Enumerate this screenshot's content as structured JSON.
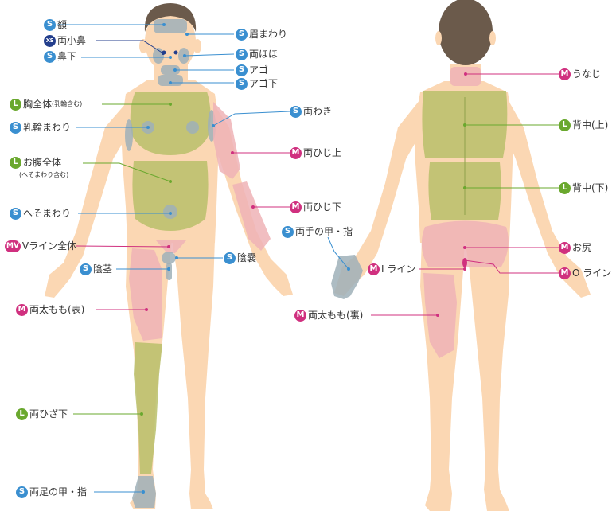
{
  "colors": {
    "skin": "#fbd7b3",
    "hair": "#6b5a4b",
    "size_s": "#3a8fd0",
    "size_m": "#d0307f",
    "size_l": "#6aa82e",
    "size_xs": "#233e8c",
    "zone_s": "#9fb0b8",
    "zone_m": "#efb3b6",
    "zone_l": "#b8bf6a"
  },
  "labels": [
    {
      "id": "forehead",
      "size": "S",
      "text": "額"
    },
    {
      "id": "nose-wing",
      "size": "XS",
      "text": "両小鼻"
    },
    {
      "id": "under-nose",
      "size": "S",
      "text": "鼻下"
    },
    {
      "id": "eyebrows",
      "size": "S",
      "text": "眉まわり"
    },
    {
      "id": "cheeks",
      "size": "S",
      "text": "両ほほ"
    },
    {
      "id": "chin",
      "size": "S",
      "text": "アゴ"
    },
    {
      "id": "under-chin",
      "size": "S",
      "text": "アゴ下"
    },
    {
      "id": "chest",
      "size": "L",
      "text": "胸全体",
      "sub": "(乳輪含む)"
    },
    {
      "id": "areola",
      "size": "S",
      "text": "乳輪まわり"
    },
    {
      "id": "belly",
      "size": "L",
      "text": "お腹全体"
    },
    {
      "id": "navel",
      "size": "S",
      "text": "へそまわり"
    },
    {
      "id": "v-line",
      "size": "M",
      "text": "Vライン全体"
    },
    {
      "id": "penis",
      "size": "S",
      "text": "陰茎"
    },
    {
      "id": "scrotum",
      "size": "S",
      "text": "陰嚢"
    },
    {
      "id": "armpits",
      "size": "S",
      "text": "両わき"
    },
    {
      "id": "upper-arms",
      "size": "M",
      "text": "両ひじ上"
    },
    {
      "id": "lower-arms",
      "size": "M",
      "text": "両ひじ下"
    },
    {
      "id": "thighs-front",
      "size": "M",
      "text": "両太もも(表)"
    },
    {
      "id": "below-knees",
      "size": "L",
      "text": "両ひざ下"
    },
    {
      "id": "feet",
      "size": "S",
      "text": "両足の甲・指"
    },
    {
      "id": "hands",
      "size": "S",
      "text": "両手の甲・指"
    },
    {
      "id": "nape",
      "size": "M",
      "text": "うなじ"
    },
    {
      "id": "upper-back",
      "size": "L",
      "text": "背中(上)"
    },
    {
      "id": "lower-back",
      "size": "L",
      "text": "背中(下)"
    },
    {
      "id": "buttocks",
      "size": "M",
      "text": "お尻"
    },
    {
      "id": "i-line",
      "size": "M",
      "text": "I ライン"
    },
    {
      "id": "o-line",
      "size": "M",
      "text": "O ライン"
    },
    {
      "id": "thighs-back",
      "size": "M",
      "text": "両太もも(裏)"
    }
  ],
  "belly_note": "(へそまわり含む)",
  "v_line_badge": "MV"
}
